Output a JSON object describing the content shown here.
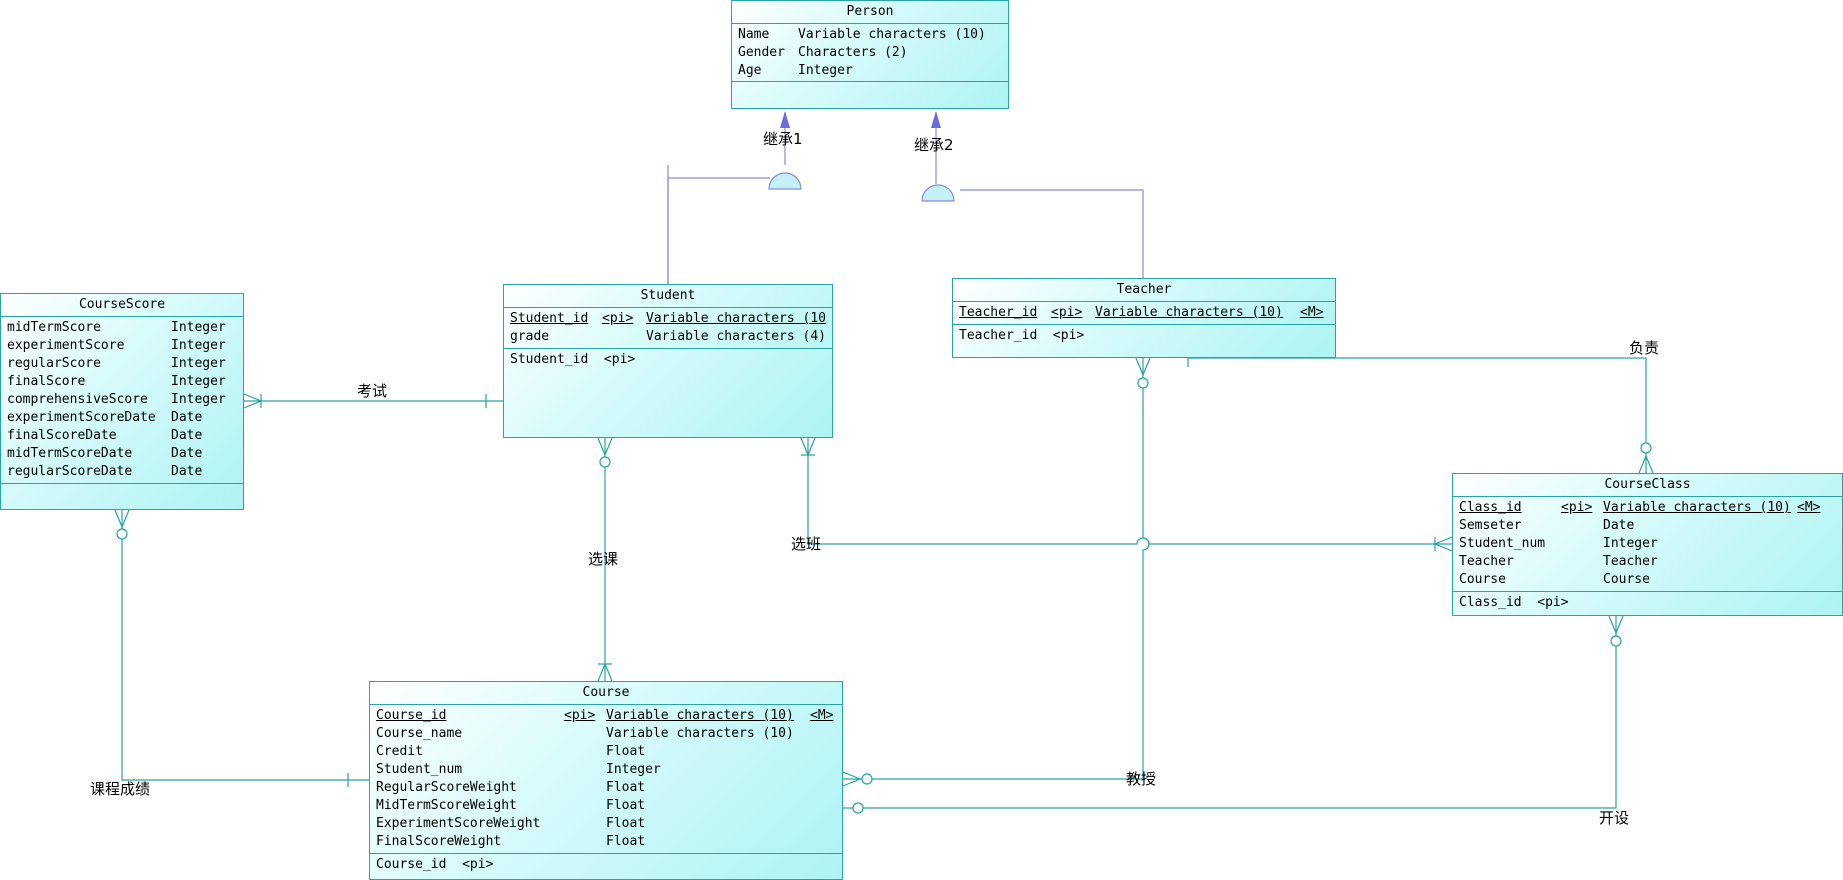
{
  "entities": {
    "person": {
      "title": "Person",
      "attributes": [
        {
          "name": "Name",
          "type": "Variable characters (10)"
        },
        {
          "name": "Gender",
          "type": "Characters (2)"
        },
        {
          "name": "Age",
          "type": "Integer"
        }
      ]
    },
    "student": {
      "title": "Student",
      "attributes": [
        {
          "name": "Student_id",
          "key": "<pi>",
          "type": "Variable characters (10",
          "flag": ""
        },
        {
          "name": "grade",
          "key": "",
          "type": "Variable characters (4)",
          "flag": ""
        }
      ],
      "identifier": "Student_id  <pi>"
    },
    "teacher": {
      "title": "Teacher",
      "attributes": [
        {
          "name": "Teacher_id",
          "key": "<pi>",
          "type": "Variable characters (10)",
          "flag": "<M>"
        }
      ],
      "identifier": "Teacher_id  <pi>"
    },
    "coursescore": {
      "title": "CourseScore",
      "attributes": [
        {
          "name": "midTermScore",
          "type": "Integer"
        },
        {
          "name": "experimentScore",
          "type": "Integer"
        },
        {
          "name": "regularScore",
          "type": "Integer"
        },
        {
          "name": "finalScore",
          "type": "Integer"
        },
        {
          "name": "comprehensiveScore",
          "type": "Integer"
        },
        {
          "name": "experimentScoreDate",
          "type": "Date"
        },
        {
          "name": "finalScoreDate",
          "type": "Date"
        },
        {
          "name": "midTermScoreDate",
          "type": "Date"
        },
        {
          "name": "regularScoreDate",
          "type": "Date"
        }
      ]
    },
    "courseclass": {
      "title": "CourseClass",
      "attributes": [
        {
          "name": "Class_id",
          "key": "<pi>",
          "type": "Variable characters (10)",
          "flag": "<M>"
        },
        {
          "name": "Semseter",
          "key": "",
          "type": "Date",
          "flag": ""
        },
        {
          "name": "Student_num",
          "key": "",
          "type": "Integer",
          "flag": ""
        },
        {
          "name": "Teacher",
          "key": "",
          "type": "Teacher",
          "flag": ""
        },
        {
          "name": "Course",
          "key": "",
          "type": "Course",
          "flag": ""
        }
      ],
      "identifier": "Class_id  <pi>"
    },
    "course": {
      "title": "Course",
      "attributes": [
        {
          "name": "Course_id",
          "key": "<pi>",
          "type": "Variable characters (10)",
          "flag": "<M>"
        },
        {
          "name": "Course_name",
          "key": "",
          "type": "Variable characters (10)",
          "flag": ""
        },
        {
          "name": "Credit",
          "key": "",
          "type": "Float",
          "flag": ""
        },
        {
          "name": "Student_num",
          "key": "",
          "type": "Integer",
          "flag": ""
        },
        {
          "name": "RegularScoreWeight",
          "key": "",
          "type": "Float",
          "flag": ""
        },
        {
          "name": "MidTermScoreWeight",
          "key": "",
          "type": "Float",
          "flag": ""
        },
        {
          "name": "ExperimentScoreWeight",
          "key": "",
          "type": "Float",
          "flag": ""
        },
        {
          "name": "FinalScoreWeight",
          "key": "",
          "type": "Float",
          "flag": ""
        }
      ],
      "identifier": "Course_id  <pi>"
    }
  },
  "relationships": {
    "inherit1": "继承1",
    "inherit2": "继承2",
    "exam": "考试",
    "select_course": "选课",
    "select_class": "选班",
    "responsible": "负责",
    "teach": "教授",
    "open": "开设",
    "course_score": "课程成绩"
  },
  "colors": {
    "entity_border": "#2aa3a3",
    "relationship_line": "#2aa3a3",
    "inheritance_line": "#7b7bd6",
    "inheritance_arrow": "#6b6be0"
  }
}
